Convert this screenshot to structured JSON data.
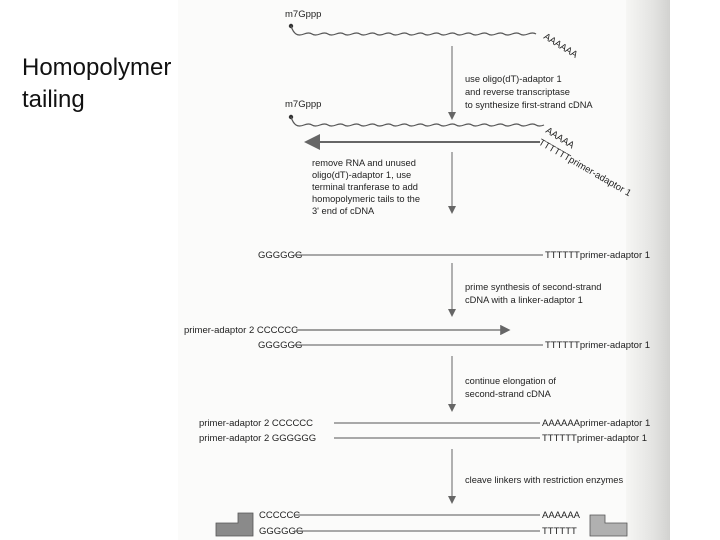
{
  "title": {
    "line1": "Homopolymer",
    "line2": "tailing"
  },
  "mrna": {
    "cap_top": "m7Gppp",
    "tail_top": "AAAAAA",
    "cap_2": "m7Gppp",
    "tail_2": "AAAAA"
  },
  "strand1": {
    "primer_label": "TTTTTTprimer-adaptor 1"
  },
  "steps": {
    "s1": [
      "use oligo(dT)-adaptor 1",
      "and reverse transcriptase",
      "to synthesize first-strand cDNA"
    ],
    "s2": [
      "remove RNA and unused",
      "oligo(dT)-adaptor 1, use",
      "terminal tranferase to add",
      "homopolymeric tails to the",
      "3' end of cDNA"
    ],
    "s3": [
      "prime synthesis of second-strand",
      "cDNA with a linker-adaptor 1"
    ],
    "s4": [
      "continue elongation of",
      "second-strand cDNA"
    ],
    "s5": [
      "cleave linkers with restriction enzymes"
    ]
  },
  "rows": {
    "r1": {
      "left": "GGGGGG",
      "right": "TTTTTTprimer-adaptor 1"
    },
    "r2": {
      "top_left": "primer-adaptor 2 CCCCCC",
      "bottom_left": "GGGGGG",
      "bottom_right": "TTTTTTprimer-adaptor 1"
    },
    "r3": {
      "top_left": "primer-adaptor 2 CCCCCC",
      "top_right": "AAAAAAprimer-adaptor 1",
      "bottom_left": "primer-adaptor 2 GGGGGG",
      "bottom_right": "TTTTTTprimer-adaptor 1"
    },
    "r4": {
      "top_left": "CCCCCC",
      "top_right": "AAAAAA",
      "bottom_left": "GGGGGG",
      "bottom_right": "TTTTTT"
    }
  },
  "colors": {
    "strand": "#555555",
    "arrow": "#666666",
    "adaptor_block": "#8a8a8a",
    "adaptor_block_light": "#b0b0b0"
  }
}
